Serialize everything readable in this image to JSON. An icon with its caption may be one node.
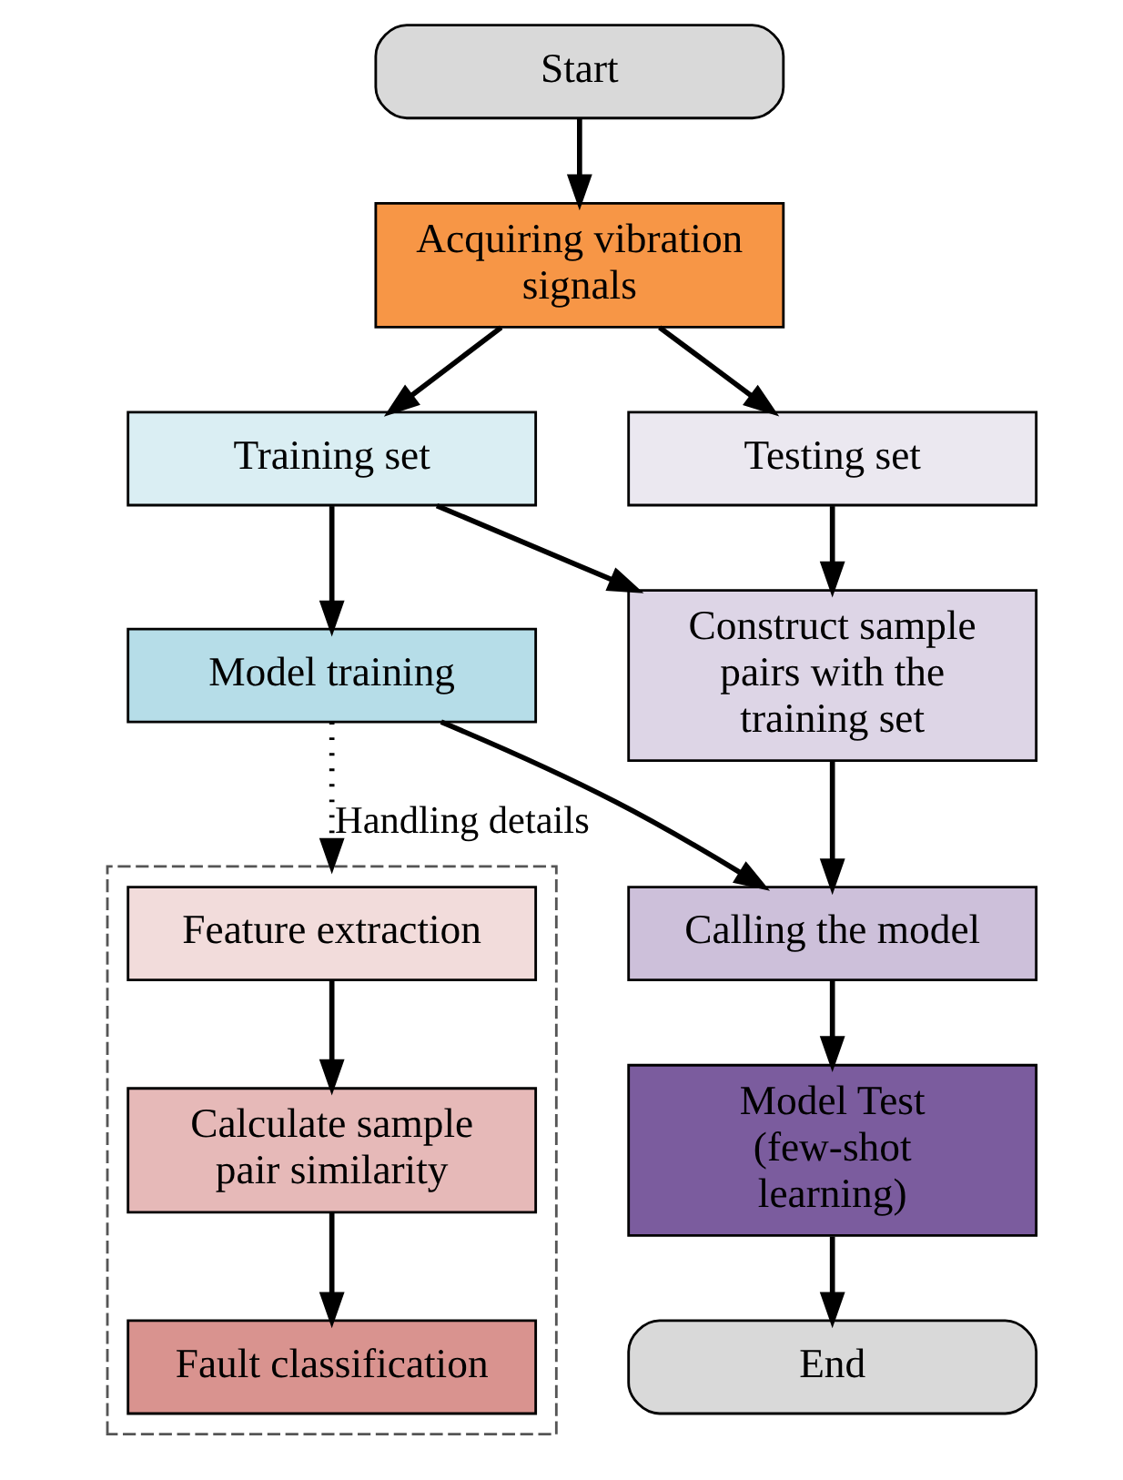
{
  "diagram": {
    "nodes": [
      {
        "text": [
          "Start"
        ]
      },
      {
        "text": [
          "Acquiring vibration signals"
        ]
      },
      {
        "text": [
          "Training set"
        ]
      },
      {
        "text": [
          "Testing set"
        ]
      },
      {
        "text": [
          "Construct sample pairs with the training set"
        ]
      },
      {
        "text": [
          "Model training"
        ]
      },
      {
        "text": [
          "Calling the model"
        ]
      },
      {
        "text": [
          "Model Test (few-shot learning)"
        ]
      },
      {
        "text": [],
        "shape": "box"
      },
      {
        "text": [
          "Feature extraction"
        ],
        "in": 8
      },
      {
        "text": [
          "Calculate sample pair similarity"
        ],
        "in": 8
      },
      {
        "text": [
          "Fault classification"
        ],
        "in": 8
      },
      {
        "text": [
          "End"
        ]
      }
    ],
    "edges": [
      {
        "from": 0,
        "to": 1,
        "arrow": "to"
      },
      {
        "from": 1,
        "to": 2,
        "arrow": "to"
      },
      {
        "from": 1,
        "to": 3,
        "arrow": "to"
      },
      {
        "from": 2,
        "to": 5,
        "arrow": "to"
      },
      {
        "from": 2,
        "to": 4,
        "arrow": "to"
      },
      {
        "from": 3,
        "to": 4,
        "arrow": "to"
      },
      {
        "from": 4,
        "to": 6,
        "arrow": "to"
      },
      {
        "from": 5,
        "to": 6,
        "arrow": "to"
      },
      {
        "from": 5,
        "to": 8,
        "arrow": "to",
        "label": "Handling details",
        "style": "dashed"
      },
      {
        "from": 9,
        "to": 10,
        "arrow": "to"
      },
      {
        "from": 10,
        "to": 11,
        "arrow": "to"
      },
      {
        "from": 6,
        "to": 7,
        "arrow": "to"
      },
      {
        "from": 7,
        "to": 12,
        "arrow": "to"
      }
    ]
  }
}
